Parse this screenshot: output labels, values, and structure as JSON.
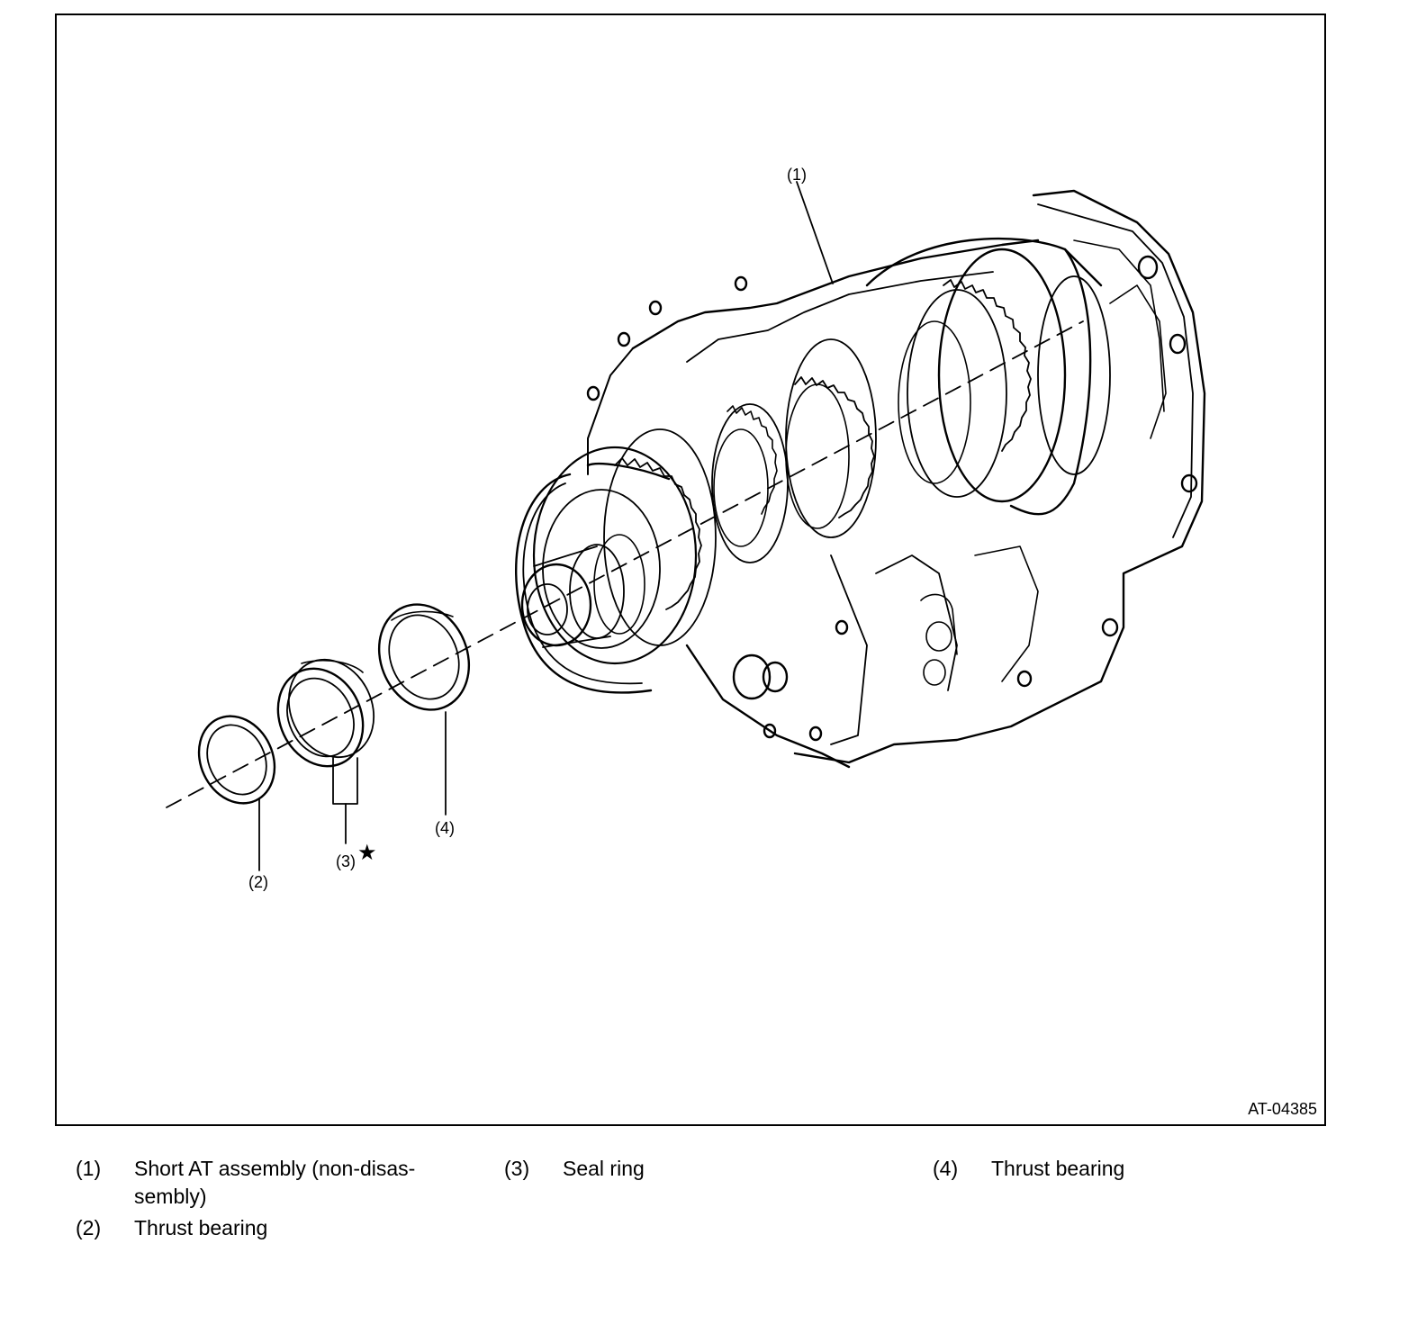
{
  "figure": {
    "code": "AT-04385",
    "callouts": {
      "c1": "(1)",
      "c2": "(2)",
      "c3": "(3)",
      "c3_mark": "★",
      "c4": "(4)"
    }
  },
  "legend": {
    "items": [
      {
        "num": "(1)",
        "text_line1": "Short AT assembly (non-disas-",
        "text_line2": "sembly)"
      },
      {
        "num": "(2)",
        "text_line1": "Thrust bearing"
      },
      {
        "num": "(3)",
        "text_line1": "Seal ring"
      },
      {
        "num": "(4)",
        "text_line1": "Thrust bearing"
      }
    ]
  }
}
